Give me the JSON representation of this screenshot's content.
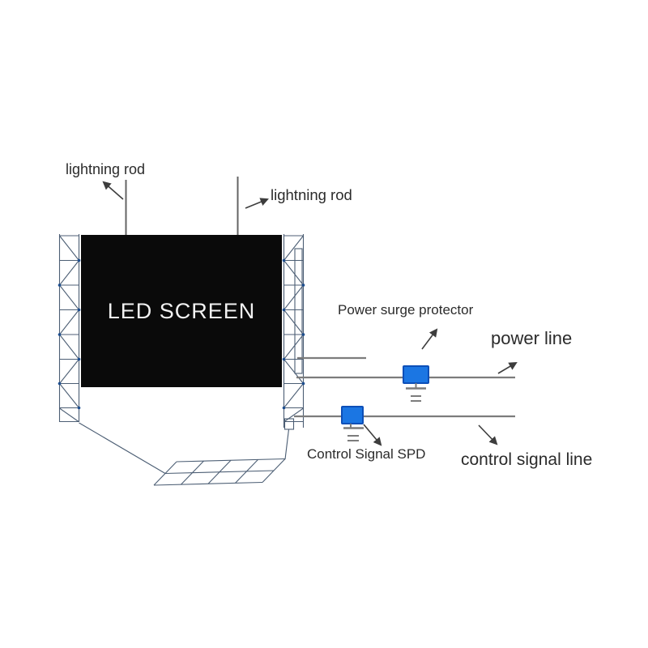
{
  "labels": {
    "lightning_rod_left": "lightning rod",
    "lightning_rod_right": "lightning rod",
    "led_screen": "LED SCREEN",
    "power_surge_protector": "Power surge protector",
    "power_line": "power line",
    "control_signal_spd": "Control Signal SPD",
    "control_signal_line": "control signal line"
  },
  "colors": {
    "background": "#ffffff",
    "screen_fill": "#0a0a0a",
    "screen_text": "#f2f2f2",
    "spd_box_fill": "#1b76e3",
    "spd_box_border": "#0d4fb8",
    "wire_gray": "#7c7c7c",
    "rod_gray": "#646464",
    "truss_line": "#4c5e74",
    "truss_node": "#1d4e8f",
    "arrow": "#3d3d3d",
    "label_text": "#2b2b2b"
  }
}
